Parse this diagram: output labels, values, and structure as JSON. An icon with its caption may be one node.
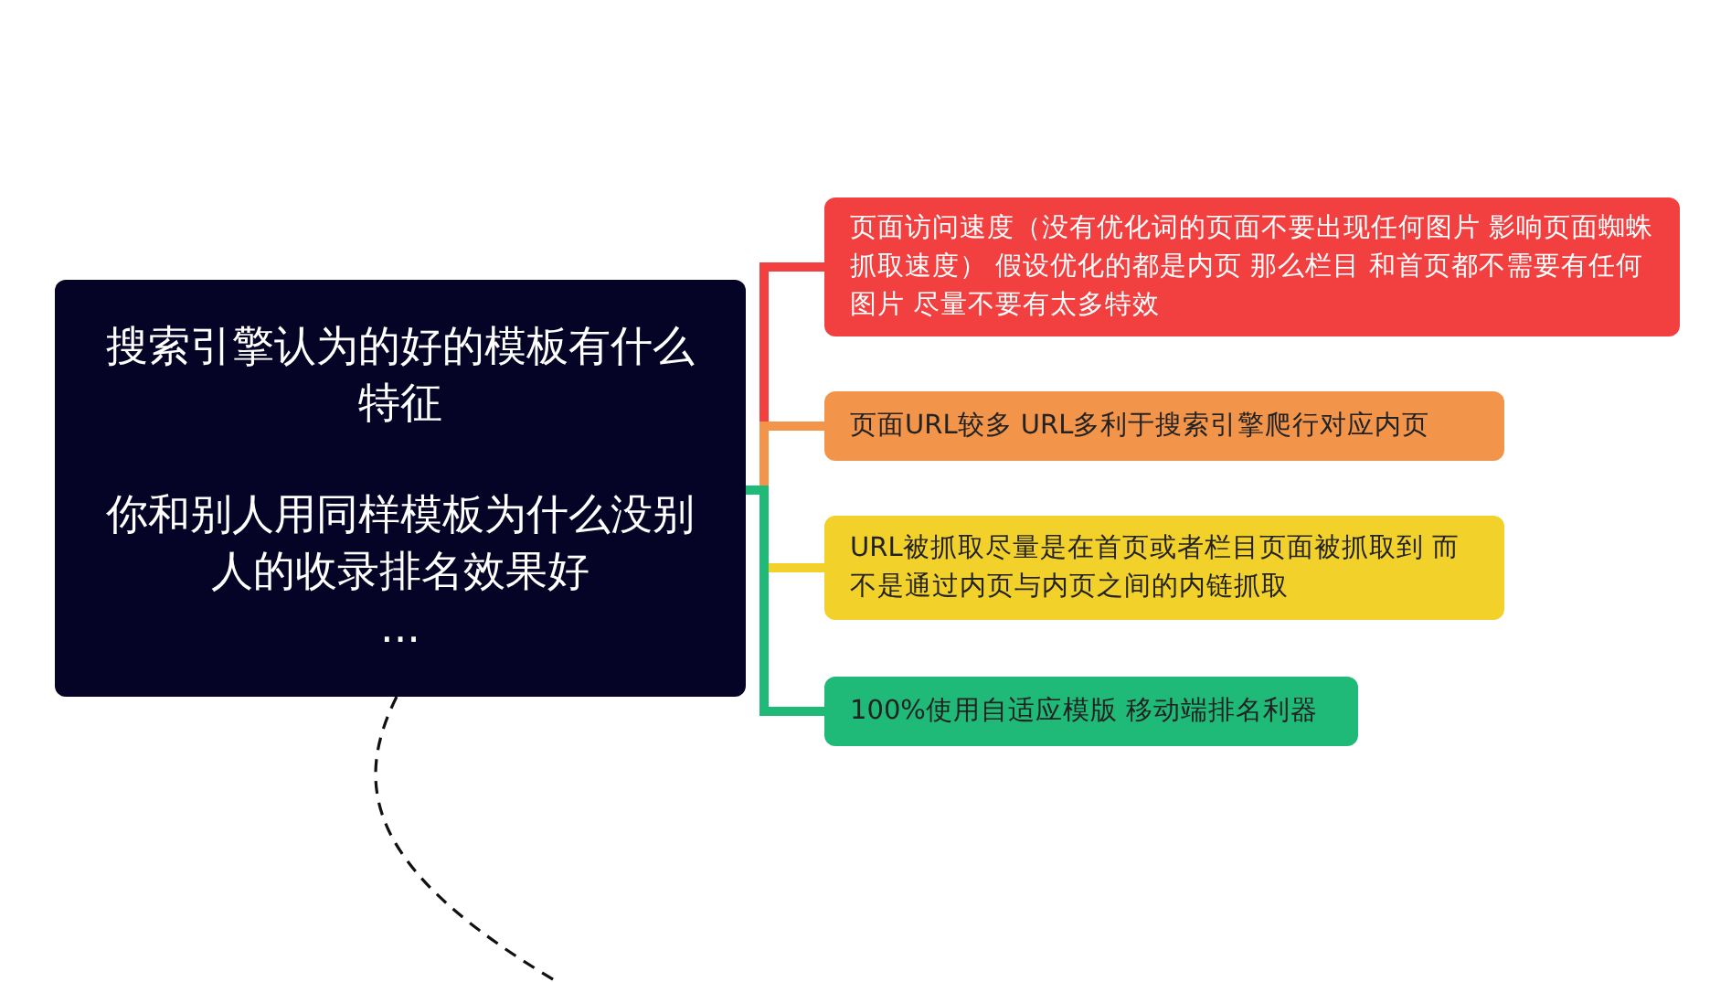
{
  "diagram": {
    "nodes": [
      {
        "text": [
          "搜索引擎认为的好的模板有什么特征",
          "你和别人用同样模板为什么没别人的收录排名效果好",
          "..."
        ]
      },
      {
        "text": [
          "页面访问速度（没有优化词的页面不要出现任何图片 影响页面蜘蛛抓取速度） 假设优化的都是内页 那么栏目 和首页都不需要有任何图片 尽量不要有太多特效"
        ]
      },
      {
        "text": [
          "页面URL较多 URL多利于搜索引擎爬行对应内页"
        ]
      },
      {
        "text": [
          "URL被抓取尽量是在首页或者栏目页面被抓取到 而不是通过内页与内页之间的内链抓取"
        ]
      },
      {
        "text": [
          "100%使用自适应模版 移动端排名利器"
        ]
      }
    ],
    "edges": [
      {
        "from": 0,
        "to": 1,
        "arrow": "none",
        "color": "#f24040"
      },
      {
        "from": 0,
        "to": 2,
        "arrow": "none",
        "color": "#f2954a"
      },
      {
        "from": 0,
        "to": 3,
        "arrow": "none",
        "color": "#f2d12a"
      },
      {
        "from": 0,
        "to": 4,
        "arrow": "none",
        "color": "#1fba78"
      },
      {
        "from": 0,
        "to": null,
        "arrow": "none",
        "style": "dashed",
        "color": "#111111"
      }
    ]
  }
}
